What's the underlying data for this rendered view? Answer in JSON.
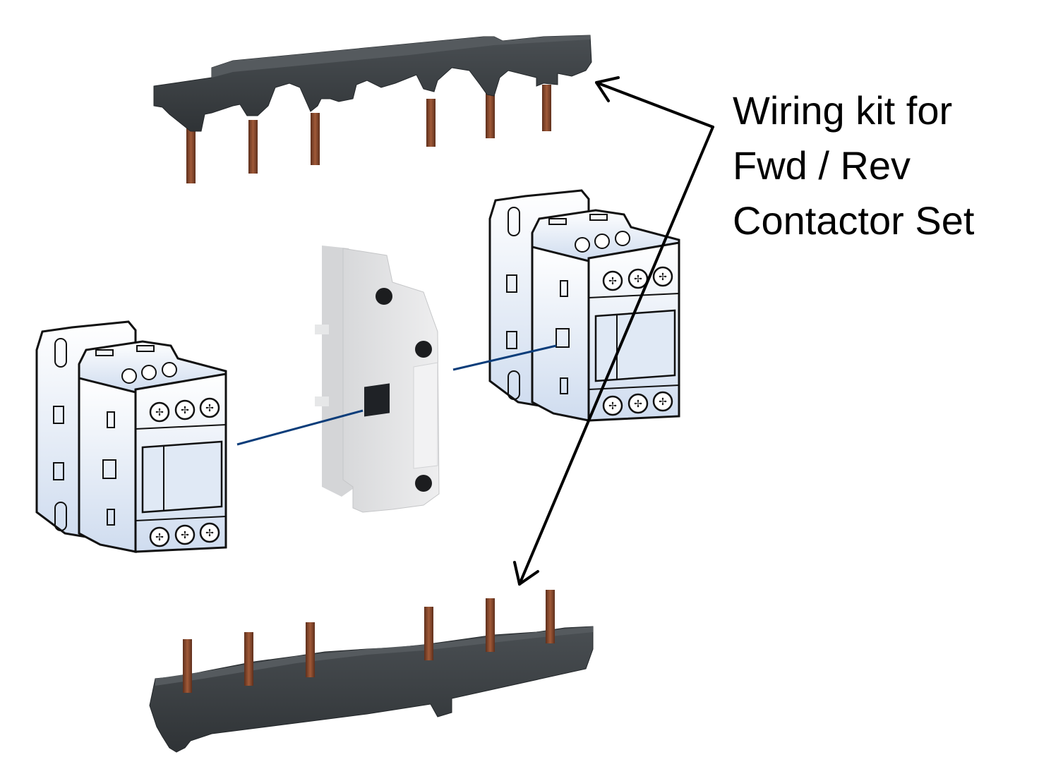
{
  "callout": {
    "lines": [
      "Wiring kit for",
      "Fwd / Rev",
      "Contactor Set"
    ]
  },
  "components": {
    "top_link": {
      "label": "upper power link bar",
      "pin_count": 6
    },
    "bottom_link": {
      "label": "lower power link bar",
      "pin_count": 6
    },
    "left_contactor": {
      "label": "contactor (left)",
      "terminals_top": 3,
      "terminals_bottom": 3
    },
    "right_contactor": {
      "label": "contactor (right)",
      "terminals_top": 3,
      "terminals_bottom": 3
    },
    "interlock": {
      "label": "mechanical interlock block",
      "screw_count": 3
    }
  },
  "colors": {
    "bar_body": "#3b3f42",
    "bar_shadow": "#2a2d30",
    "pin": "#8a4a2e",
    "contactor_fill": "#e6eef8",
    "contactor_outline": "#111111",
    "interlock_fill": "#e2e3e4",
    "connector_line": "#0b3d7a",
    "arrow": "#000000"
  }
}
